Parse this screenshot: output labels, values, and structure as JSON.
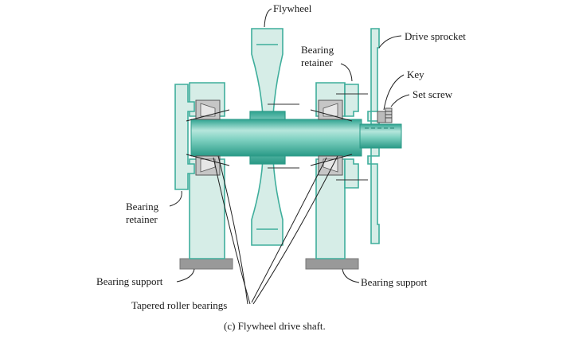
{
  "colors": {
    "part_fill": "#d6ede7",
    "part_stroke": "#3fae9c",
    "shaft_dark": "#2ea390",
    "shaft_light": "#b6e6dc",
    "bearing_fill": "#c6c6c6",
    "base_fill": "#999999"
  },
  "labels": {
    "flywheel": "Flywheel",
    "drive_sprocket": "Drive sprocket",
    "bearing_retainer_top_1": "Bearing",
    "bearing_retainer_top_2": "retainer",
    "key": "Key",
    "set_screw": "Set screw",
    "bearing_retainer_left_1": "Bearing",
    "bearing_retainer_left_2": "retainer",
    "bearing_support_left": "Bearing support",
    "bearing_support_right": "Bearing support",
    "tapered_roller_bearings": "Tapered roller bearings"
  },
  "caption": "(c) Flywheel drive shaft."
}
